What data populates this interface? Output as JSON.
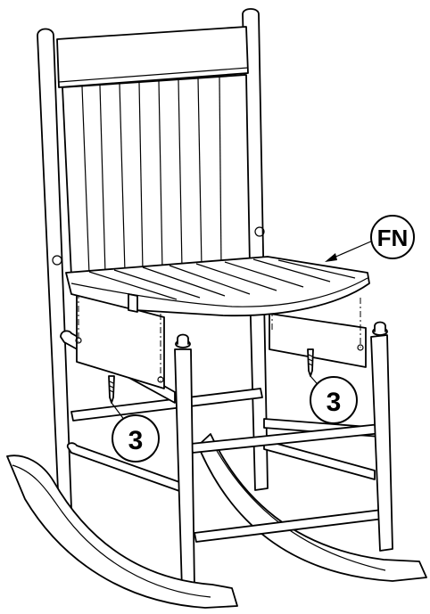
{
  "callouts": {
    "part_label": "FN",
    "screw_count_left": "3",
    "screw_count_right": "3"
  },
  "colors": {
    "line": "#000000",
    "fill": "#ffffff"
  }
}
